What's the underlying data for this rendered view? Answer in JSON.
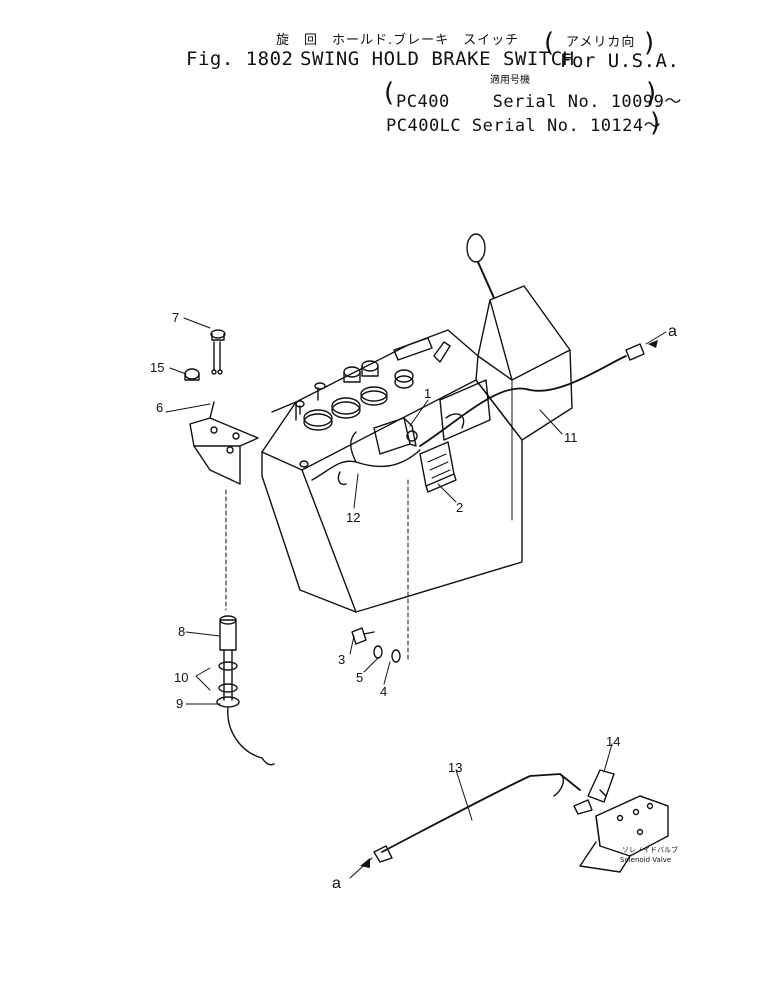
{
  "header": {
    "title_jp": "旋　回　ホールド.ブレーキ　スイッチ",
    "market_jp": "アメリカ向",
    "fig_label": "Fig. 1802",
    "title_en": "SWING HOLD BRAKE SWITCH",
    "market_en": "For U.S.A.",
    "applicable_jp": "適用号機",
    "serial_1": "PC400    Serial No. 10099～",
    "serial_2": "PC400LC Serial No. 10124～"
  },
  "callouts": [
    "1",
    "2",
    "3",
    "4",
    "5",
    "6",
    "7",
    "8",
    "9",
    "10",
    "11",
    "12",
    "13",
    "14",
    "15"
  ],
  "connector_label": "a",
  "solenoid_label_jp": "ソレノイドバルブ",
  "solenoid_label_en": "Solenoid Valve"
}
